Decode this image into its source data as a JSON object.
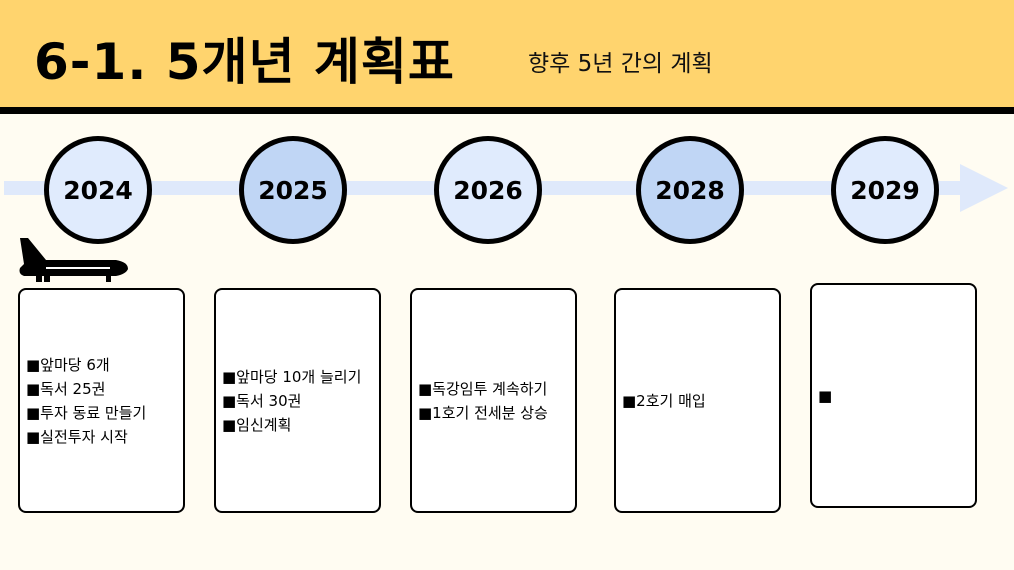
{
  "header": {
    "title": "6-1. 5개년 계획표",
    "subtitle": "향후 5년 간의 계획"
  },
  "timeline": [
    {
      "year": "2024",
      "color": "#e0ebfd",
      "items": [
        "■앞마당 6개",
        "■독서 25권",
        "■투자 동료 만들기",
        "■실전투자 시작"
      ]
    },
    {
      "year": "2025",
      "color": "#c0d6f5",
      "items": [
        "■앞마당 10개 늘리기",
        "■독서 30권",
        "■임신계획"
      ]
    },
    {
      "year": "2026",
      "color": "#e0ebfd",
      "items": [
        "■독강임투 계속하기",
        "■1호기 전세분 상승"
      ]
    },
    {
      "year": "2028",
      "color": "#c0d6f5",
      "items": [
        "■2호기 매입"
      ]
    },
    {
      "year": "2029",
      "color": "#e0ebfd",
      "items": [
        "■"
      ]
    }
  ]
}
